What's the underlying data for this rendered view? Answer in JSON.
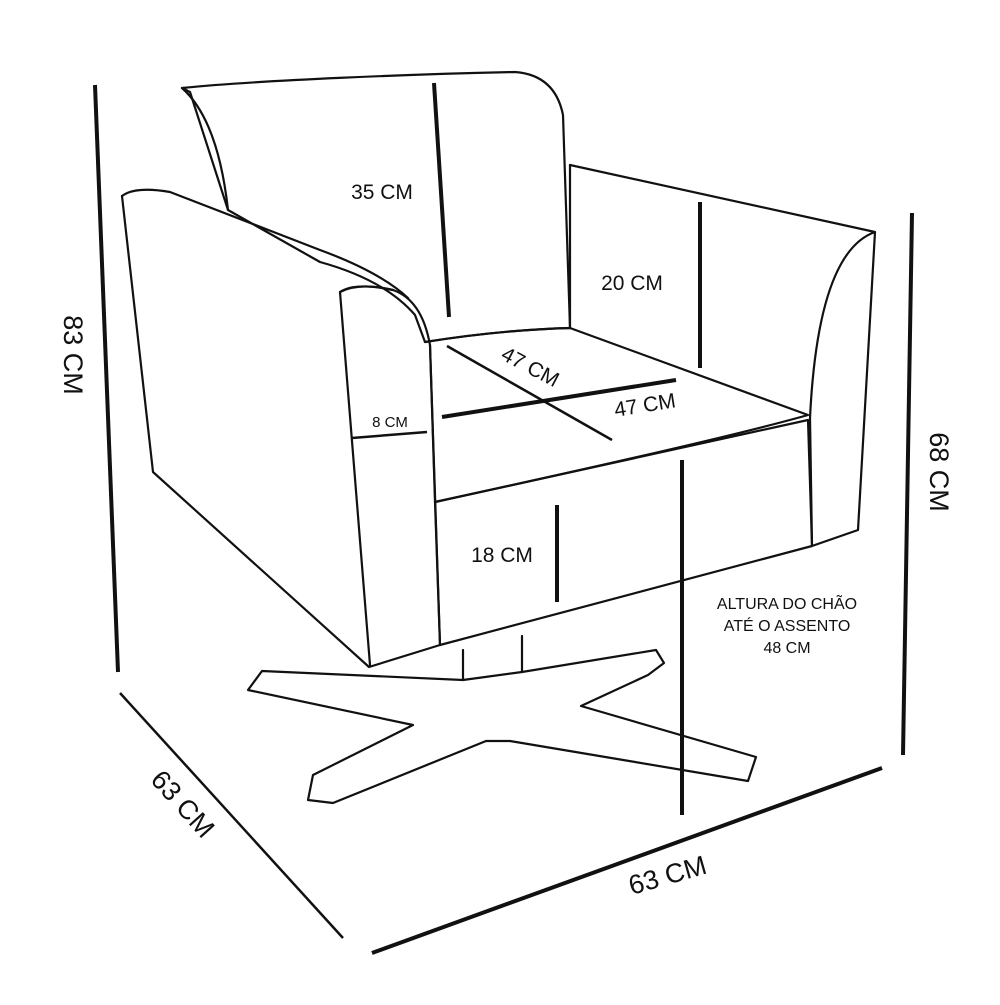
{
  "labels": {
    "total_height": "83 CM",
    "arm_height": "68 CM",
    "backrest_height": "35 CM",
    "arm_height_above_seat": "20 CM",
    "seat_depth": "47 CM",
    "seat_width": "47 CM",
    "arm_width": "8 CM",
    "seat_base_height": "18 CM",
    "depth": "63 CM",
    "width": "63 CM",
    "floor_to_seat_line1": "ALTURA DO CHÃO",
    "floor_to_seat_line2": "ATÉ O ASSENTO",
    "floor_to_seat_value": "48 CM"
  },
  "colors": {
    "line": "#111111",
    "background": "#ffffff"
  }
}
